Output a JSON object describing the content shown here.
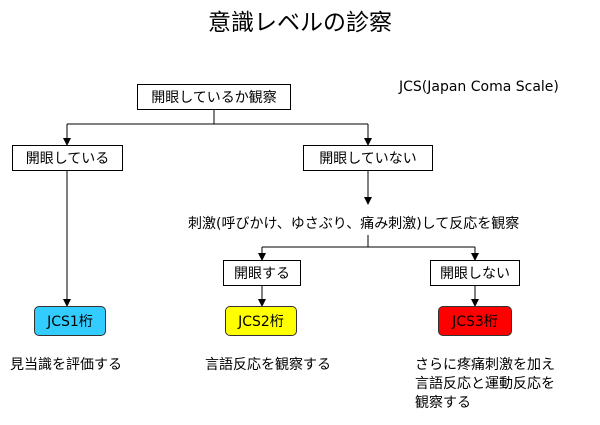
{
  "title": "意識レベルの診察",
  "scale_label": "JCS(Japan Coma Scale)",
  "nodes": {
    "root": "開眼しているか観察",
    "eyes_open": "開眼している",
    "eyes_closed": "開眼していない",
    "stimulus_instruction": "刺激(呼びかけ、ゆさぶり、痛み刺激)して反応を観察",
    "opens_on_stimulus": "開眼する",
    "does_not_open": "開眼しない"
  },
  "levels": {
    "jcs1": {
      "label": "JCS1桁",
      "color": "#33ccff"
    },
    "jcs2": {
      "label": "JCS2桁",
      "color": "#ffff00"
    },
    "jcs3": {
      "label": "JCS3桁",
      "color": "#ff0000"
    }
  },
  "notes": {
    "jcs1": [
      "見当識を評価する"
    ],
    "jcs2": [
      "言語反応を観察する"
    ],
    "jcs3": [
      "さらに疼痛刺激を加え",
      "言語反応と運動反応を",
      "観察する"
    ]
  }
}
